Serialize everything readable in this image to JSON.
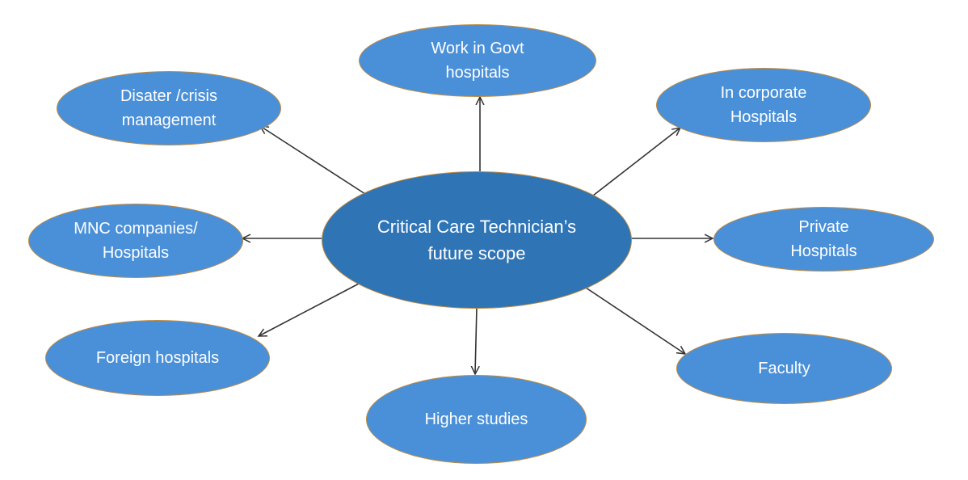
{
  "center": {
    "line1": "Critical Care Technician’s",
    "line2": "future scope"
  },
  "nodes": {
    "govt": {
      "line1": "Work in Govt",
      "line2": "hospitals"
    },
    "disaster": {
      "line1": "Disater /crisis",
      "line2": "management"
    },
    "corporate": {
      "line1": "In corporate",
      "line2": "Hospitals"
    },
    "mnc": {
      "line1": "MNC companies/",
      "line2": "Hospitals"
    },
    "private": {
      "line1": "Private",
      "line2": "Hospitals"
    },
    "foreign": {
      "line1": "Foreign hospitals"
    },
    "faculty": {
      "line1": "Faculty"
    },
    "higher": {
      "line1": "Higher studies"
    }
  },
  "colors": {
    "outer_fill": "#4a90d9",
    "center_fill": "#2f74b5",
    "border": "#c08a3e",
    "arrow": "#333333",
    "text": "#ffffff"
  }
}
